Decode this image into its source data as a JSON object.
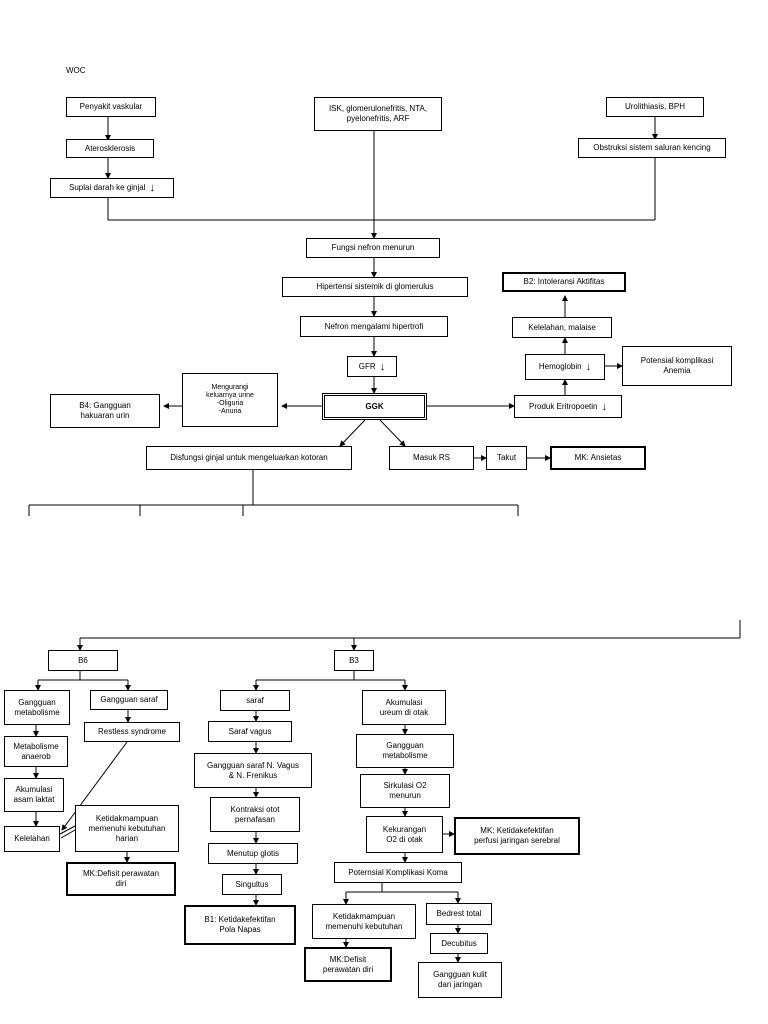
{
  "title": "WOC",
  "nodes": {
    "penyakit_vaskular": "Penyakit vaskular",
    "aterosklerosis": "Aterosklerosis",
    "suplai_darah": "Suplai darah ke ginjal",
    "isk": "ISK, glomerulonefritis, NTA,\npyelonefritis, ARF",
    "urolithiasis": "Urolithiasis, BPH",
    "obstruksi": "Obstruksi sistem saluran kencing",
    "fungsi_nefron": "Fungsi nefron menurun",
    "hipertensi": "Hipertensi sistemik di glomerulus",
    "nefron_hipertrofi": "Nefron mengalami hipertrofi",
    "gfr": "GFR",
    "ggk": "GGK",
    "mengurangi": "Mengurangi\nkeluarnya urine\n-Oliguria\n-Anuria",
    "b4": "B4: Gangguan\nhakuaran urin",
    "produk_eritropoetin": "Produk Eritropoetin",
    "hemoglobin": "Hemoglobin",
    "potensial_anemia": "Potensial komplikasi\nAnemia",
    "kelelahan_malaise": "Kelelahan, malaise",
    "b2": "B2: Intoleransi Aktifitas",
    "disfungsi": "Disfungsi ginjal untuk mengeluarkan kotoran",
    "masuk_rs": "Masuk RS",
    "takut": "Takut",
    "mk_ansietas": "MK: Ansietas",
    "b6": "B6",
    "b3": "B3",
    "gangguan_metabolisme": "Gangguan\nmetabolisme",
    "gangguan_saraf": "Gangguan saraf",
    "metabolisme_anaerob": "Metabolisme\nanaerob",
    "restless": "Restless syndrome",
    "akumulasi_asam": "Akumulasi\nasam laktat",
    "ketidakmampuan_harian": "Ketidakmampuan\nmemenuhi kebutuhan\nharian",
    "kelelahan": "Kelelahan",
    "mk_defisit_1": "MK:Defisit perawatan\ndiri",
    "saraf": "saraf",
    "saraf_vagus": "Saraf vagus",
    "gangguan_saraf_vagus": "Gangguan saraf N. Vagus\n& N. Frenikus",
    "kontraksi": "Kontraksi otot\npernafasan",
    "menutup_glotis": "Menutup glotis",
    "singultus": "Singultus",
    "b1": "B1: Ketidakefektifan\nPola Napas",
    "akumulasi_ureum": "Akumulasi\nureum di otak",
    "gangguan_metabolisme_2": "Gangguan\nmetabolisme",
    "sirkulasi_o2": "Sirkulasi O2\nmenurun",
    "kekurangan_o2": "Kekurangan\nO2 di otak",
    "mk_perfusi": "MK: Ketidakefektifan\nperfusi jaringan serebral",
    "potensial_koma": "Poternsial Komplikasi Koma",
    "ketidakmampuan_2": "Ketidakmampuan\nmemenuhi kebutuhan",
    "bedrest": "Bedrest total",
    "mk_defisit_2": "MK:Defisit\nperawatan diri",
    "decubitus": "Decubitus",
    "gangguan_kulit": "Gangguan kulit\ndan jaringan"
  },
  "down_arrow_glyph": "↓"
}
